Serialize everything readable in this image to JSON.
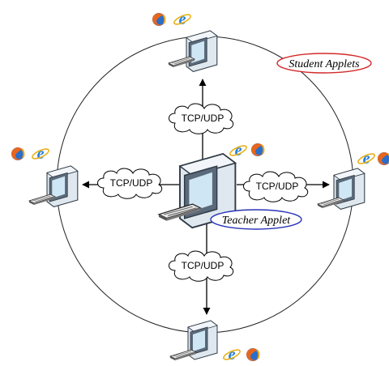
{
  "diagram": {
    "protocol_labels": {
      "top": "TCP/UDP",
      "left": "TCP/UDP",
      "right": "TCP/UDP",
      "bottom": "TCP/UDP"
    },
    "student_label": "Student Applets",
    "teacher_label": "Teacher Applet",
    "colors": {
      "student_oval": "#d42a2a",
      "teacher_oval": "#2a34b8",
      "monitor_frame": "#5a6a7a",
      "monitor_screen": "#cfe6f5"
    },
    "icons": [
      "firefox-icon",
      "internet-explorer-icon",
      "computer-icon",
      "keyboard-icon",
      "cloud-icon"
    ]
  }
}
